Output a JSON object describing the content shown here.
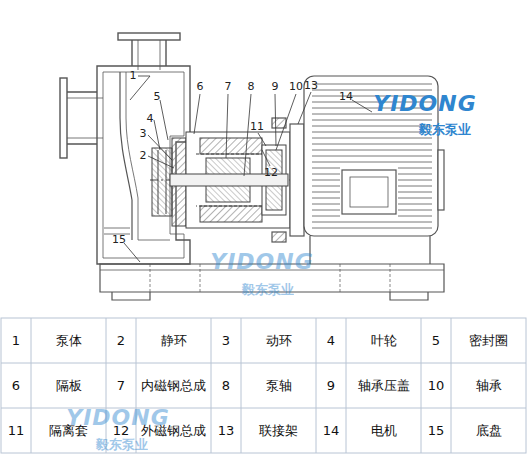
{
  "diagram": {
    "labels": [
      "1",
      "2",
      "3",
      "4",
      "5",
      "6",
      "7",
      "8",
      "9",
      "10",
      "11",
      "12",
      "13",
      "14",
      "15",
      "1",
      "泵体",
      "2",
      "静环",
      "3",
      "动环",
      "4",
      "叶轮",
      "5",
      "密封圈",
      "6",
      "隔板",
      "7",
      "内磁钢总成",
      "8",
      "泵轴",
      "9",
      "轴承压盖",
      "10",
      "轴承",
      "11",
      "隔离套",
      "12",
      "外磁钢总成",
      "13",
      "联接架",
      "14",
      "电机",
      "15",
      "底盘",
      "YIDONG",
      "毅东泵业",
      "YIDONG",
      "毅东泵业",
      "YIDONG",
      "毅东泵业"
    ]
  }
}
